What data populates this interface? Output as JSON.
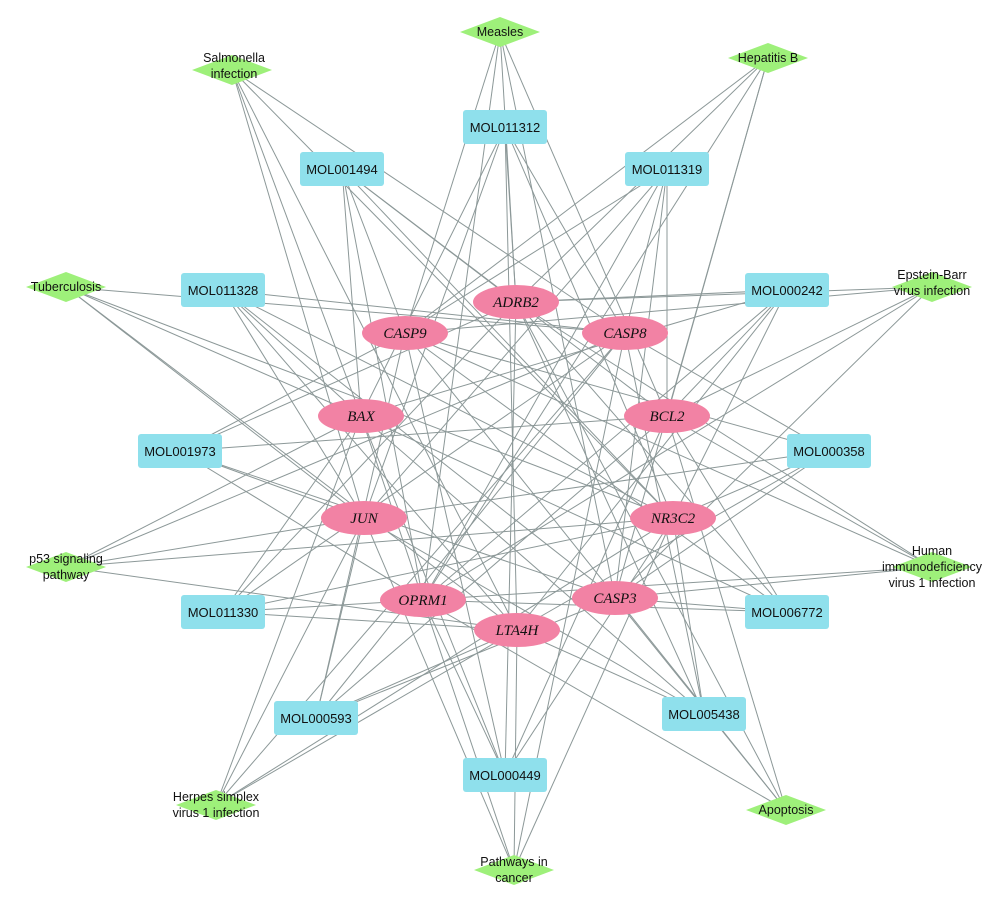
{
  "diagram": {
    "colors": {
      "compound": "#8fe0ec",
      "gene": "#f282a4",
      "pathway": "#9ef07a",
      "edge": "#8c9898"
    },
    "compounds": [
      {
        "id": "MOL011312",
        "label": "MOL011312"
      },
      {
        "id": "MOL001494",
        "label": "MOL001494"
      },
      {
        "id": "MOL011319",
        "label": "MOL011319"
      },
      {
        "id": "MOL011328",
        "label": "MOL011328"
      },
      {
        "id": "MOL000242",
        "label": "MOL000242"
      },
      {
        "id": "MOL001973",
        "label": "MOL001973"
      },
      {
        "id": "MOL000358",
        "label": "MOL000358"
      },
      {
        "id": "MOL011330",
        "label": "MOL011330"
      },
      {
        "id": "MOL006772",
        "label": "MOL006772"
      },
      {
        "id": "MOL000593",
        "label": "MOL000593"
      },
      {
        "id": "MOL005438",
        "label": "MOL005438"
      },
      {
        "id": "MOL000449",
        "label": "MOL000449"
      }
    ],
    "genes": [
      {
        "id": "ADRB2",
        "label": "ADRB2"
      },
      {
        "id": "CASP9",
        "label": "CASP9"
      },
      {
        "id": "CASP8",
        "label": "CASP8"
      },
      {
        "id": "BAX",
        "label": "BAX"
      },
      {
        "id": "BCL2",
        "label": "BCL2"
      },
      {
        "id": "JUN",
        "label": "JUN"
      },
      {
        "id": "NR3C2",
        "label": "NR3C2"
      },
      {
        "id": "OPRM1",
        "label": "OPRM1"
      },
      {
        "id": "CASP3",
        "label": "CASP3"
      },
      {
        "id": "LTA4H",
        "label": "LTA4H"
      }
    ],
    "pathways": [
      {
        "id": "measles",
        "lines": [
          "Measles"
        ]
      },
      {
        "id": "salmonella",
        "lines": [
          "Salmonella",
          "infection"
        ]
      },
      {
        "id": "hepatitis_b",
        "lines": [
          "Hepatitis B"
        ]
      },
      {
        "id": "tuberculosis",
        "lines": [
          "Tuberculosis"
        ]
      },
      {
        "id": "ebv",
        "lines": [
          "Epstein-Barr",
          "virus infection"
        ]
      },
      {
        "id": "p53",
        "lines": [
          "p53 signaling",
          "pathway"
        ]
      },
      {
        "id": "hiv",
        "lines": [
          "Human",
          "immunodeficiency",
          "virus 1 infection"
        ]
      },
      {
        "id": "hsv",
        "lines": [
          "Herpes simplex",
          "virus 1 infection"
        ]
      },
      {
        "id": "apoptosis",
        "lines": [
          "Apoptosis"
        ]
      },
      {
        "id": "cancer",
        "lines": [
          "Pathways in",
          "cancer"
        ]
      }
    ]
  }
}
